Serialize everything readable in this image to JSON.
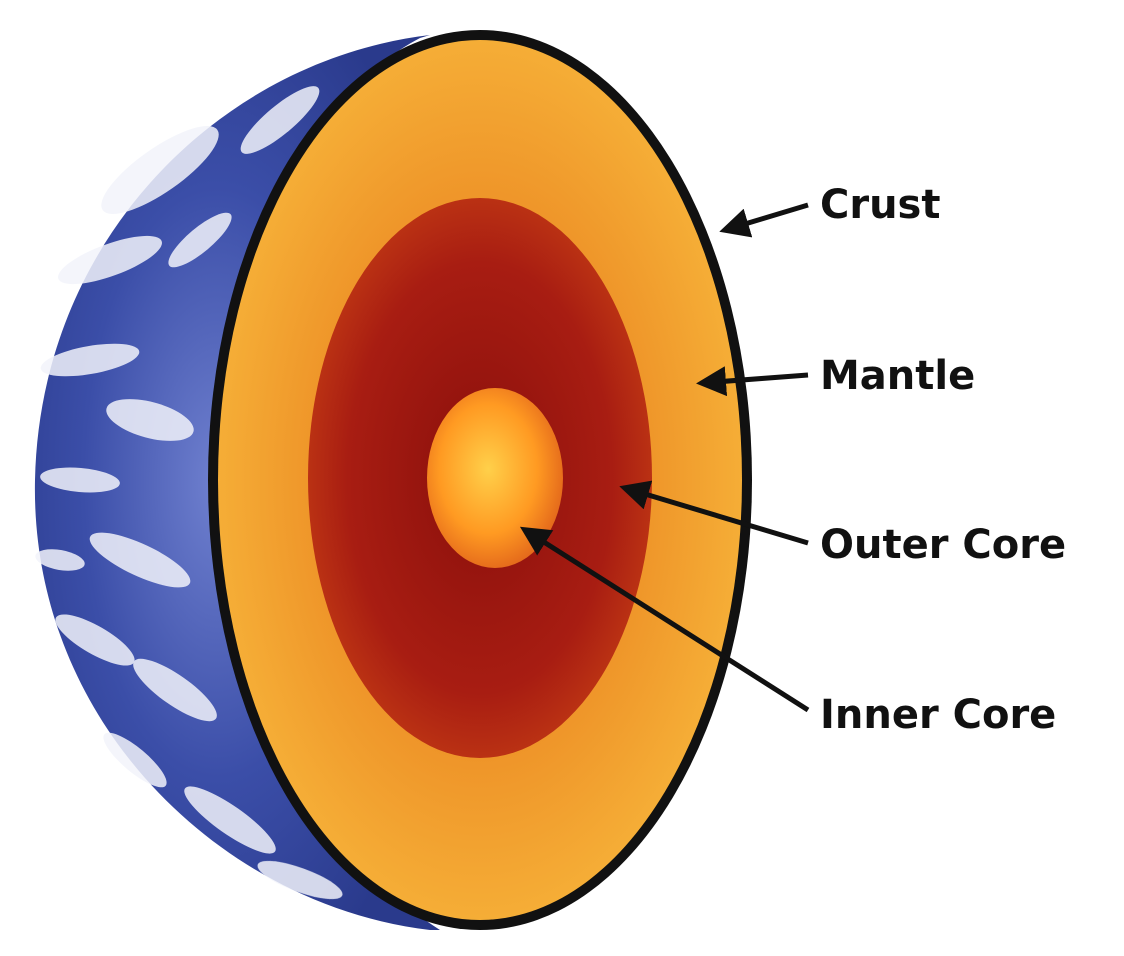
{
  "labels": {
    "crust": "Crust",
    "mantle": "Mantle",
    "outer_core": "Outer Core",
    "inner_core": "Inner Core"
  },
  "colors": {
    "background": "#ffffff",
    "crust_outline": "#111111",
    "mantle_light": "#f7b43a",
    "mantle_mid": "#f2a02c",
    "mantle_dark": "#e07a22",
    "outer_core_edge": "#c23a14",
    "outer_core_mid": "#a81d12",
    "outer_core_center": "#8a0f0c",
    "inner_core_light": "#ffd04a",
    "inner_core_mid": "#ff9a22",
    "inner_core_dark": "#e0621a",
    "ocean_blue": "#3b4ea8",
    "ocean_deep": "#2a3a8c",
    "cloud_white": "#f2f4fb",
    "label_text": "#111111"
  },
  "icons": {
    "earth": "earth-cutaway-icon",
    "pointer": "arrow-pointer-icon"
  }
}
